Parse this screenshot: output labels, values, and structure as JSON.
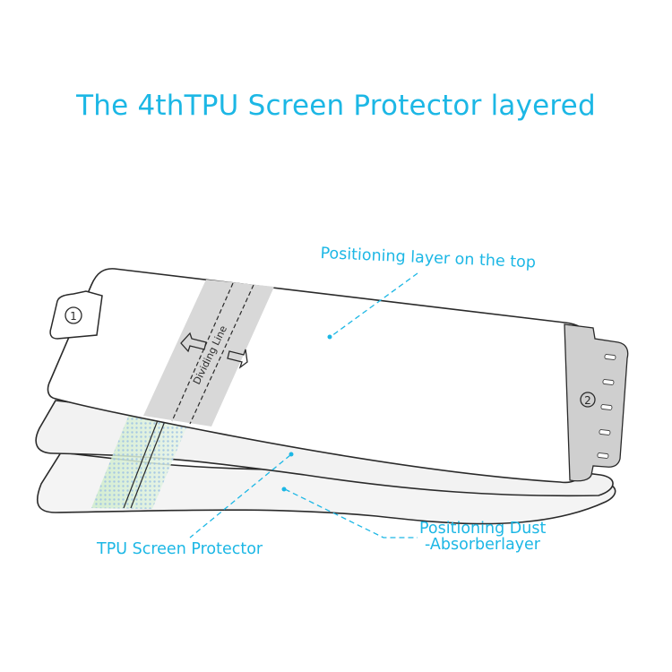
{
  "title": "The 4thTPU Screen Protector layered",
  "labels": {
    "positioning_layer_top": "Positioning layer on the top",
    "tpu_screen_protector": "TPU Screen Protector",
    "dust_absorber_line1": "Positioning Dust",
    "dust_absorber_line2": "-Absorberlayer"
  },
  "dividing_line_text": "Dividing Line",
  "tabs": {
    "tab_1": "1",
    "tab_2": "2"
  },
  "colors": {
    "accent": "#1cb7e5",
    "outline": "#2a2a2a",
    "strip": "#d8d8d8",
    "tab_gray": "#cfcfcf",
    "dots_green": "#c8e8c0",
    "dots_blue": "#a9c9e6"
  }
}
